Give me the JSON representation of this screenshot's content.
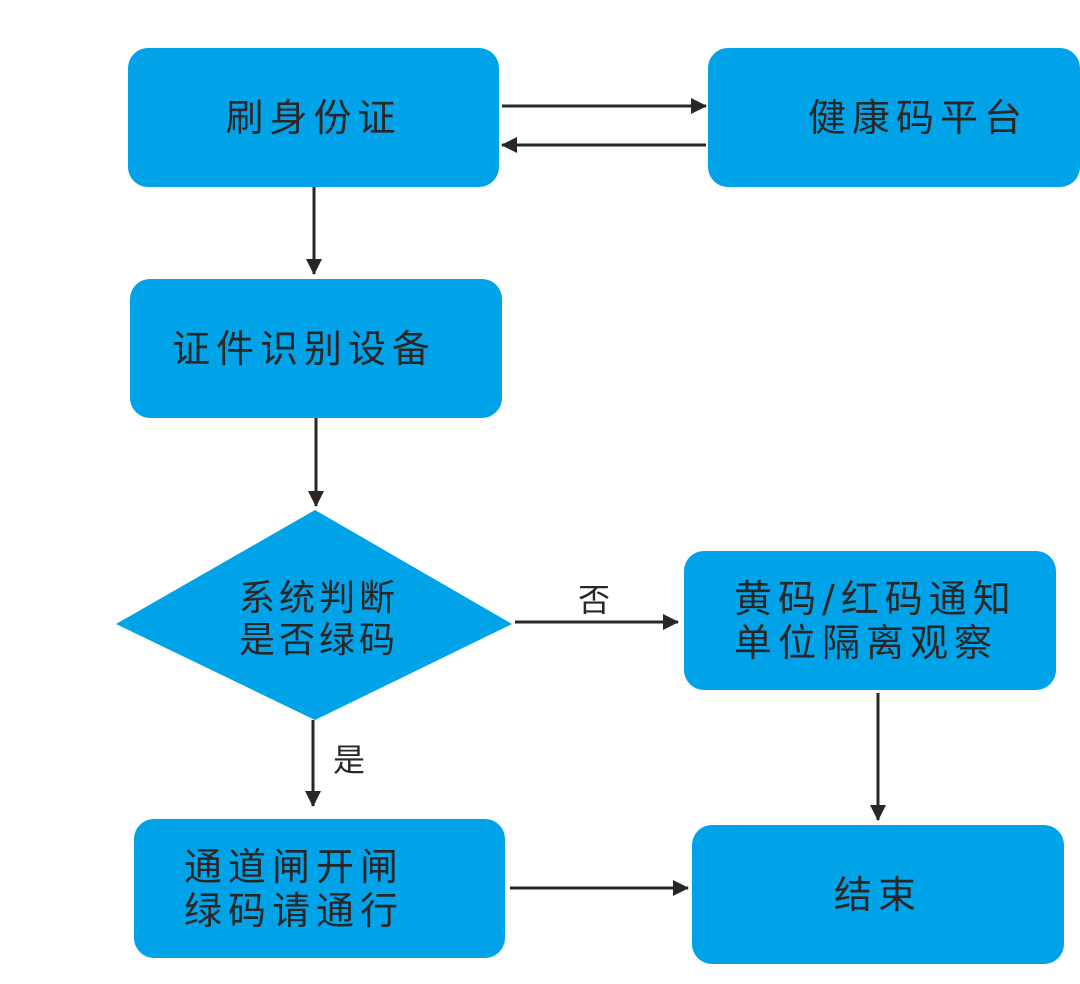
{
  "colors": {
    "node_fill": "#00a2e8",
    "text": "#2a2626",
    "edge": "#2a2626",
    "background": "#ffffff"
  },
  "nodes": {
    "swipe_id": {
      "label": "刷身份证"
    },
    "health_platform": {
      "label": "健康码平台"
    },
    "id_device": {
      "label": "证件识别设备"
    },
    "decision": {
      "label": "系统判断\n是否绿码"
    },
    "notify": {
      "label": "黄码/红码通知\n单位隔离观察"
    },
    "gate_open": {
      "label": "通道闸开闸\n绿码请通行"
    },
    "end": {
      "label": "结束"
    }
  },
  "edges": [
    {
      "from": "swipe_id",
      "to": "health_platform",
      "label": ""
    },
    {
      "from": "health_platform",
      "to": "swipe_id",
      "label": ""
    },
    {
      "from": "swipe_id",
      "to": "id_device",
      "label": ""
    },
    {
      "from": "id_device",
      "to": "decision",
      "label": ""
    },
    {
      "from": "decision",
      "to": "notify",
      "label": "否"
    },
    {
      "from": "decision",
      "to": "gate_open",
      "label": "是"
    },
    {
      "from": "notify",
      "to": "end",
      "label": ""
    },
    {
      "from": "gate_open",
      "to": "end",
      "label": ""
    }
  ]
}
